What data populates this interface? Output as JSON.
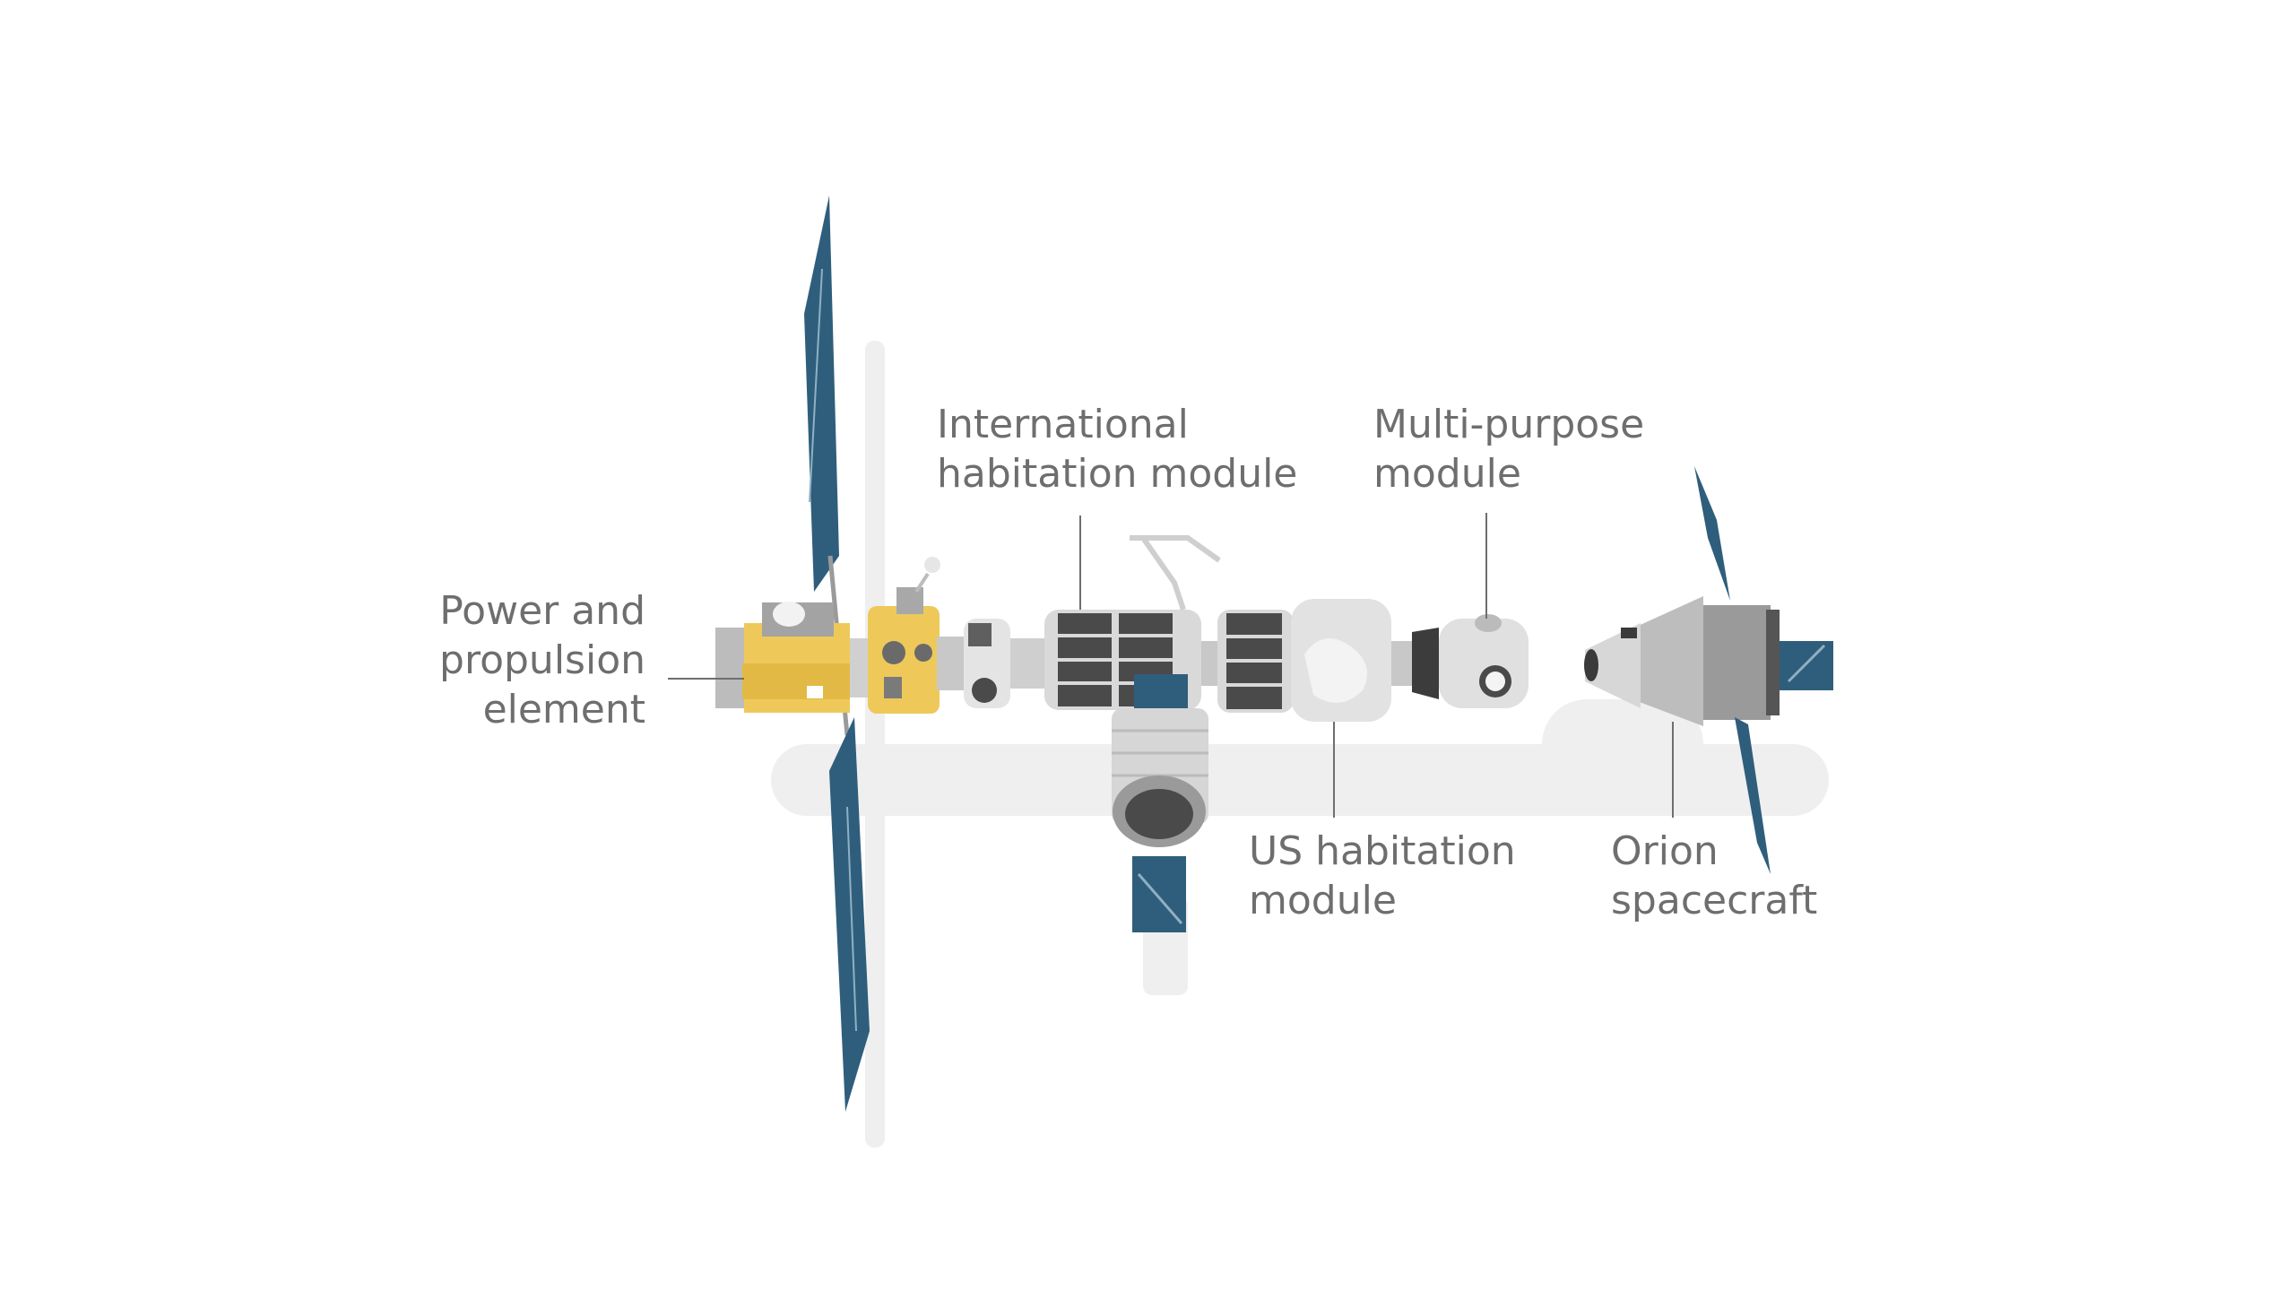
{
  "labels": {
    "ppe": {
      "line1": "Power and",
      "line2": "propulsion",
      "line3": "element"
    },
    "ihab": {
      "line1": "International",
      "line2": "habitation module"
    },
    "mpm": {
      "line1": "Multi-purpose",
      "line2": "module"
    },
    "ushab": {
      "line1": "US habitation",
      "line2": "module"
    },
    "orion": {
      "line1": "Orion",
      "line2": "spacecraft"
    }
  },
  "colors": {
    "label_text": "#6e6e6e",
    "solar_panel": "#2f5e7c",
    "ppe_yellow": "#eec95a",
    "module_light": "#d9d9d9",
    "module_dark": "#4a4a4a",
    "shadow": "#eeeeee"
  }
}
